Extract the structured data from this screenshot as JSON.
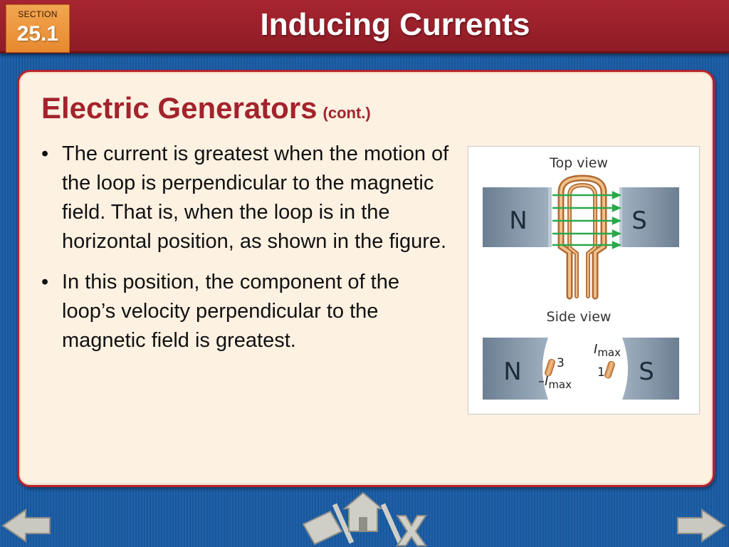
{
  "header": {
    "section_label": "SECTION",
    "section_number": "25.1",
    "title": "Inducing Currents"
  },
  "slide": {
    "subtitle": "Electric Generators",
    "subtitle_note": "(cont.)",
    "bullets": [
      "The current is greatest when the motion of the loop is perpendicular to the magnetic field. That is, when the loop is in the horizontal position, as shown in the figure.",
      "In this position, the component of the loop’s velocity perpendicular to the magnetic field is greatest."
    ]
  },
  "figure": {
    "top_view_label": "Top view",
    "side_view_label": "Side view",
    "north_label": "N",
    "south_label": "S",
    "imax_label": "I",
    "imax_subscript": "max",
    "neg_imax_label": "–I",
    "neg_imax_subscript": "max",
    "position_1": "1",
    "position_3": "3",
    "field_line_color": "#2aa84a",
    "loop_color": "#e4a66b"
  },
  "nav": {
    "icons": [
      "back-arrow-icon",
      "home-icon",
      "exit-icon",
      "forward-arrow-icon"
    ]
  }
}
